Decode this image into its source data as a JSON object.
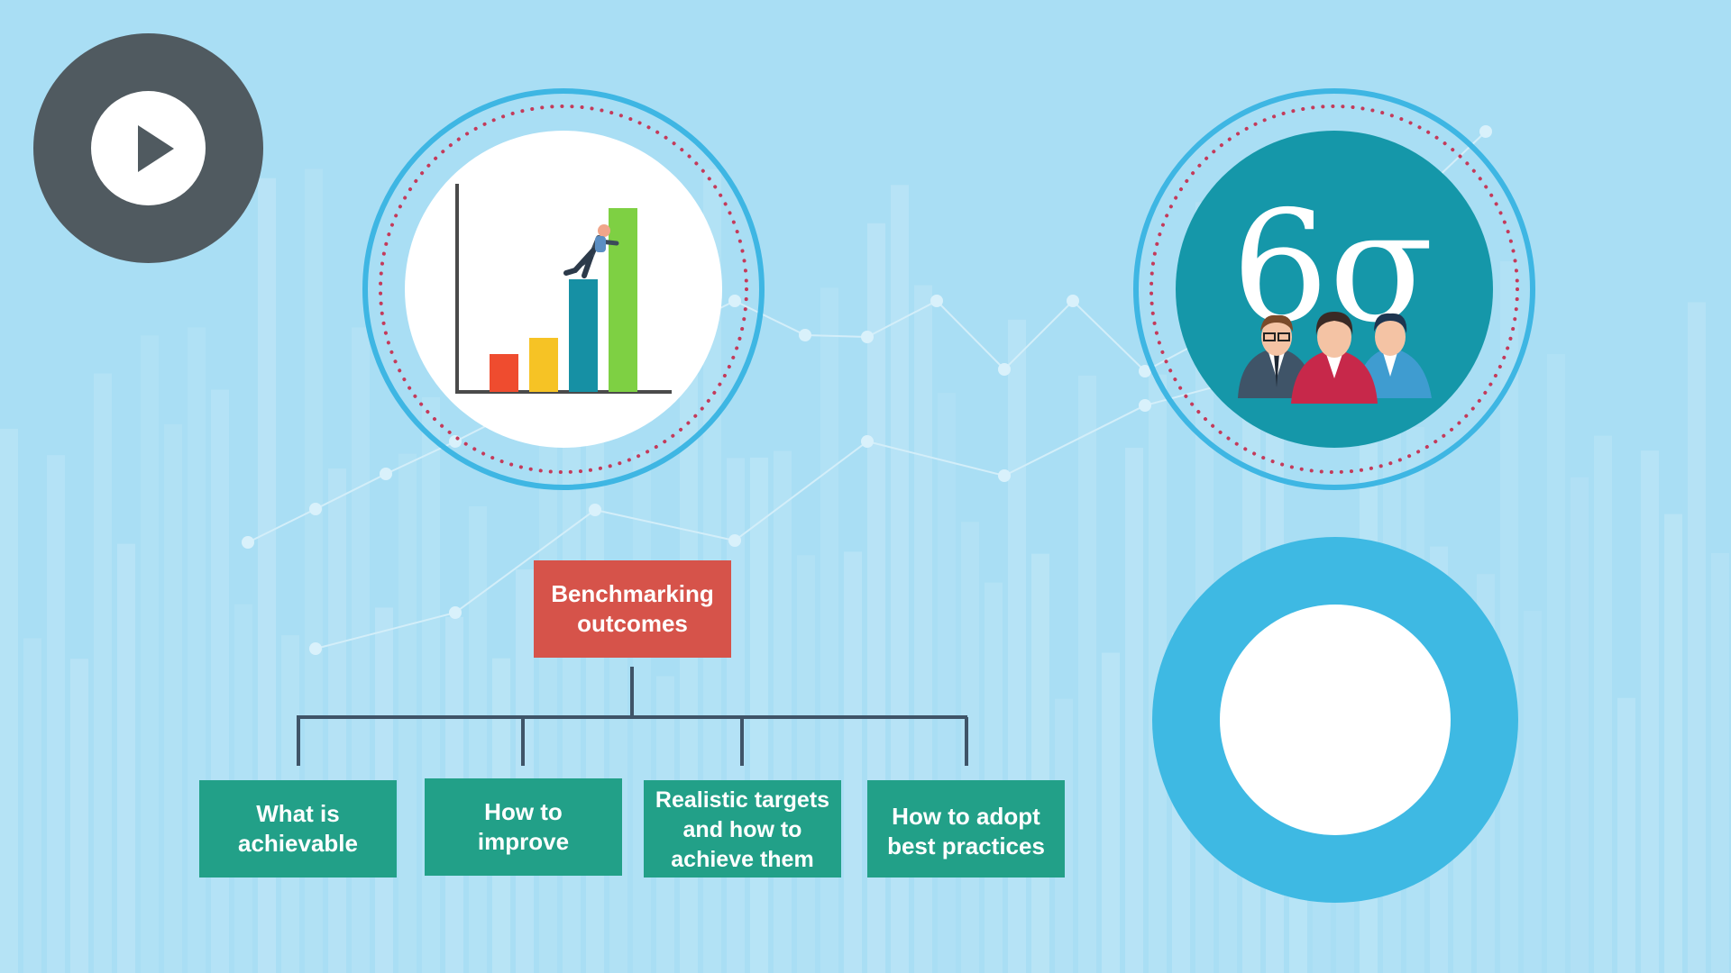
{
  "diagram": {
    "root": {
      "lines": [
        "Benchmarking",
        "outcomes"
      ]
    },
    "children": [
      {
        "lines": [
          "What is",
          "achievable"
        ]
      },
      {
        "lines": [
          "How to",
          "improve"
        ]
      },
      {
        "lines": [
          "Realistic targets",
          "and how to",
          "achieve them"
        ]
      },
      {
        "lines": [
          "How to adopt",
          "best practices"
        ]
      }
    ],
    "connector_color": "#3f5468"
  },
  "six_sigma_badge": {
    "text": "6σ"
  },
  "colors": {
    "background": "#a9def4",
    "play_button": "#505a60",
    "ring": "#3eb6e3",
    "dotted_ring": "#c43a5a",
    "root_box": "#d6534a",
    "leaf_box": "#22a088",
    "six_sigma_fill": "#1597a9",
    "bar_red": "#ef4c2f",
    "bar_yellow": "#f6c325",
    "bar_teal": "#1690a4",
    "bar_green": "#7ed043"
  },
  "icons": [
    "play-icon",
    "growth-chart-icon",
    "climbing-person-icon",
    "six-sigma-icon",
    "team-icon"
  ]
}
